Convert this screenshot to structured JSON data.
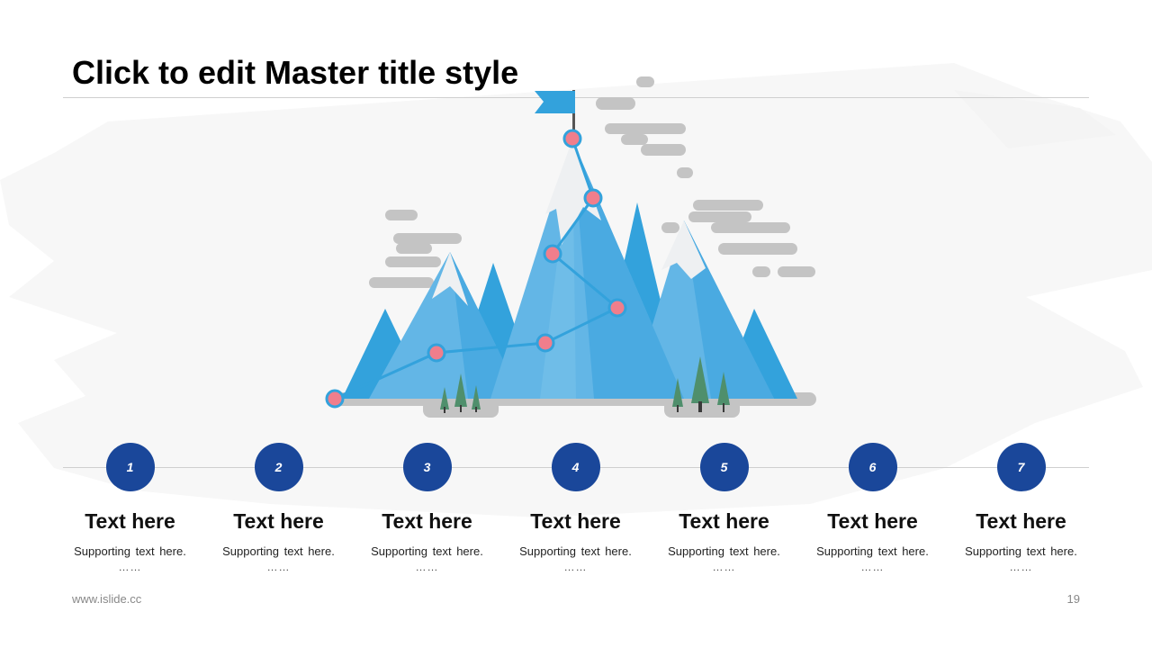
{
  "slide": {
    "title": "Click to edit Master title style",
    "footer_url": "www.islide.cc",
    "page_number": "19"
  },
  "colors": {
    "circle": "#1a479a",
    "mountain_light": "#63b6e6",
    "mountain_dark": "#33a2dc",
    "route": "#33a2dc",
    "waypoint": "#f07e8c",
    "cloud": "#c4c4c4",
    "snow": "#eef0f2",
    "tree": "#4f8f6c"
  },
  "icons": {
    "summit_flag": "flag-icon"
  },
  "steps": [
    {
      "number": "1",
      "title": "Text here",
      "subtitle": "Supporting text here.",
      "ellipsis": "……"
    },
    {
      "number": "2",
      "title": "Text here",
      "subtitle": "Supporting text here.",
      "ellipsis": "……"
    },
    {
      "number": "3",
      "title": "Text here",
      "subtitle": "Supporting text here.",
      "ellipsis": "……"
    },
    {
      "number": "4",
      "title": "Text here",
      "subtitle": "Supporting text here.",
      "ellipsis": "……"
    },
    {
      "number": "5",
      "title": "Text here",
      "subtitle": "Supporting text here.",
      "ellipsis": "……"
    },
    {
      "number": "6",
      "title": "Text here",
      "subtitle": "Supporting text here.",
      "ellipsis": "……"
    },
    {
      "number": "7",
      "title": "Text here",
      "subtitle": "Supporting text here.",
      "ellipsis": "……"
    }
  ]
}
